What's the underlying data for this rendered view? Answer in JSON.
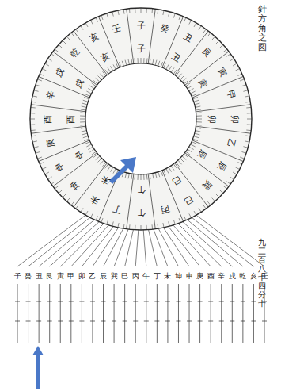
{
  "diagram": {
    "title": "針方角之図",
    "labels": [
      "子",
      "癸",
      "丑",
      "艮",
      "寅",
      "甲",
      "卯",
      "乙",
      "辰",
      "巽",
      "巳",
      "丙",
      "午",
      "丁",
      "未",
      "坤",
      "申",
      "庚",
      "酉",
      "辛",
      "戌",
      "乾",
      "亥",
      "壬",
      "子",
      "丑",
      "寅",
      "卯",
      "辰",
      "巳",
      "午",
      "未",
      "申",
      "酉",
      "戌",
      "亥",
      "子",
      "癸",
      "丑",
      "艮",
      "寅",
      "甲",
      "卯",
      "乙",
      "辰",
      "巽",
      "巳",
      "丙",
      "午",
      "丁",
      "未",
      "坤",
      "申",
      "庚",
      "酉",
      "辛",
      "戌",
      "乾",
      "亥",
      "壬",
      "九三百八十四分十"
    ]
  }
}
